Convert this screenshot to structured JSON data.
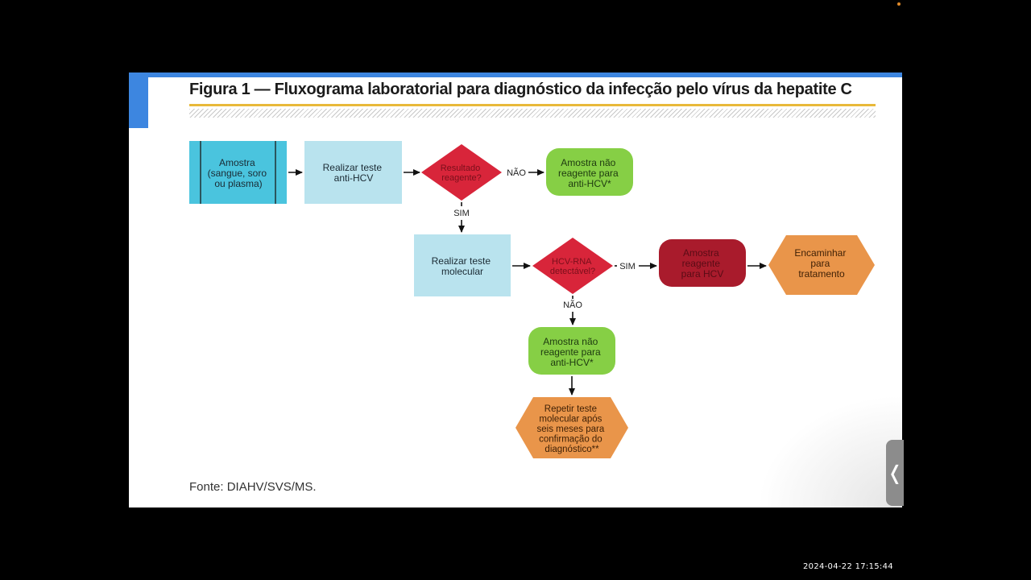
{
  "figure": {
    "title": "Figura 1 — Fluxograma laboratorial para diagnóstico da infecção pelo vírus da hepatite C",
    "source": "Fonte: DIAHV/SVS/MS."
  },
  "flow": {
    "amostra": [
      "Amostra",
      "(sangue, soro",
      "ou plasma)"
    ],
    "anti_hcv_test": [
      "Realizar teste",
      "anti-HCV"
    ],
    "decision_reagente": [
      "Resultado",
      "reagente?"
    ],
    "label_nao_1": "NÃO",
    "nao_reagente_1": [
      "Amostra não",
      "reagente para",
      "anti-HCV*"
    ],
    "label_sim_1": "SIM",
    "molecular_test": [
      "Realizar teste",
      "molecular"
    ],
    "decision_rna": [
      "HCV-RNA",
      "detectável?"
    ],
    "label_sim_2": "SIM",
    "reagente_hcv": [
      "Amostra",
      "reagente",
      "para HCV"
    ],
    "encaminhar": [
      "Encaminhar",
      "para",
      "tratamento"
    ],
    "label_nao_2": "NÃO",
    "nao_reagente_2": [
      "Amostra não",
      "reagente para",
      "anti-HCV*"
    ],
    "repetir": [
      "Repetir teste",
      "molecular após",
      "seis meses para",
      "confirmação do",
      "diagnóstico**"
    ]
  },
  "overlay": {
    "side_tab_glyph": "❬",
    "timestamp": "2024-04-22 17:15:44"
  },
  "colors": {
    "accent_blue": "#3d86e0",
    "rule_yellow": "#e8b93a",
    "cyan": "#4ac4de",
    "light_blue": "#b9e3ee",
    "red": "#d8253a",
    "green": "#86cf45",
    "dark_red": "#a91b2c",
    "orange": "#e9954a"
  }
}
